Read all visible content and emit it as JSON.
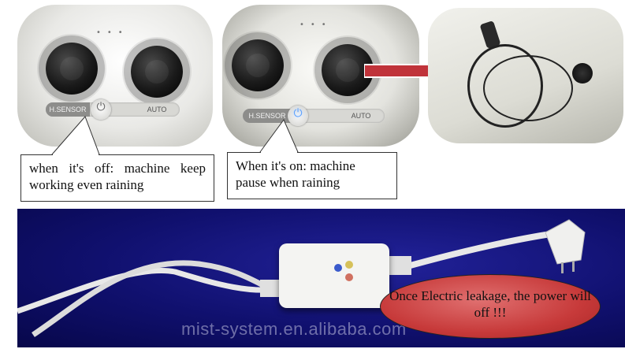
{
  "panels": {
    "left": {
      "sensor_label": "H.SENSOR",
      "auto_label": "AUTO",
      "power_symbol": "⏻"
    },
    "middle": {
      "sensor_label": "H.SENSOR",
      "auto_label": "AUTO",
      "power_symbol": "⏻"
    }
  },
  "callouts": {
    "off_text": "when it's off: machine keep working even raining",
    "on_text": "When it's on: machine pause when raining"
  },
  "leakage": {
    "text": "Once Electric leakage, the power will off !!!"
  },
  "watermark": "mist-system.en.alibaba.com",
  "colors": {
    "arrow": "#c0333a",
    "bottom_bg": "#14147a",
    "oval": "#c94040",
    "power_lit": "#5aa0ff"
  },
  "icons": {
    "power": "power-icon",
    "arrow": "right-arrow-icon"
  }
}
